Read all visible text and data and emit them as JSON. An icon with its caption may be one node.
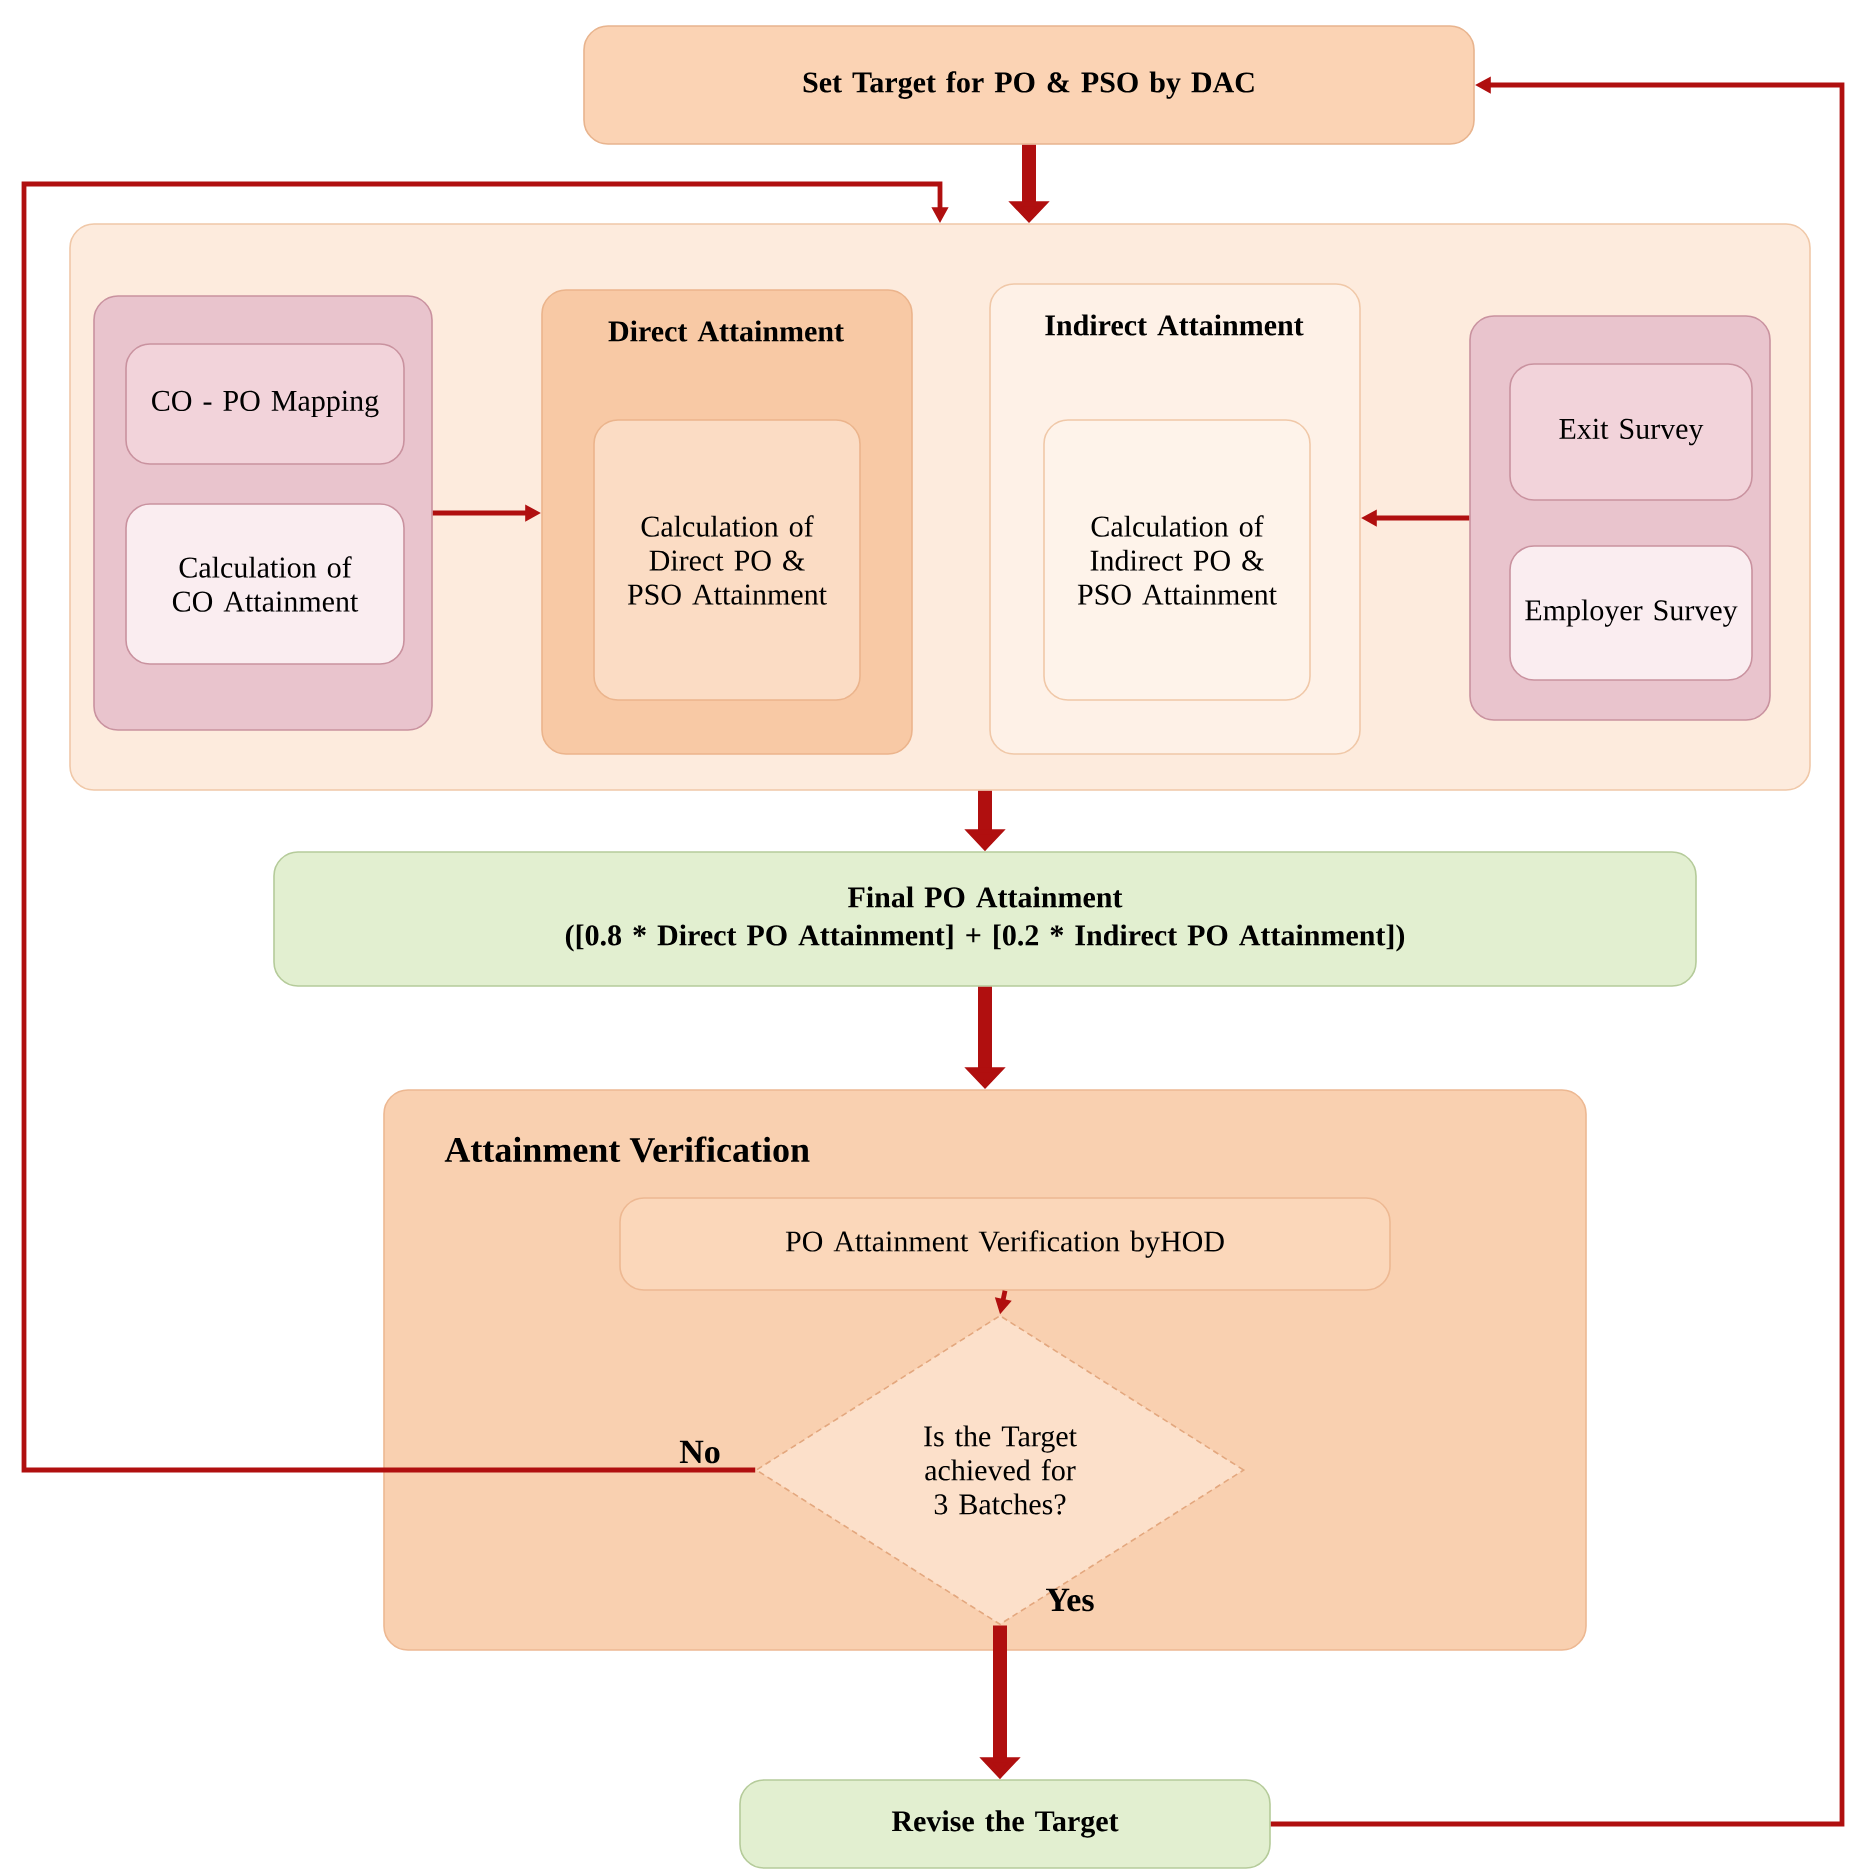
{
  "diagram": {
    "nodes": [
      {
        "text": [
          "Set Target for PO & PSO by DAC"
        ]
      },
      {
        "text": [],
        "shape": "box"
      },
      {
        "text": [],
        "shape": "box",
        "in": 1
      },
      {
        "text": [
          "CO - PO Mapping"
        ],
        "in": 2
      },
      {
        "text": [
          "Calculation of CO Attainment"
        ],
        "in": 2
      },
      {
        "text": [
          "Direct Attainment"
        ],
        "in": 1
      },
      {
        "text": [
          "Calculation of Direct PO & PSO Attainment"
        ],
        "in": 5
      },
      {
        "text": [
          "Indirect Attainment"
        ],
        "in": 1
      },
      {
        "text": [
          "Calculation of Indirect PO & PSO Attainment"
        ],
        "in": 7
      },
      {
        "text": [],
        "shape": "box",
        "in": 1
      },
      {
        "text": [
          "Exit Survey"
        ],
        "in": 9
      },
      {
        "text": [
          "Employer Survey"
        ],
        "in": 9
      },
      {
        "text": [
          "Final PO Attainment",
          "([0.8 * Direct PO Attainment] + [0.2 * Indirect PO Attainment])"
        ]
      },
      {
        "text": [
          "Attainment Verification"
        ]
      },
      {
        "text": [
          "PO Attainment Verification byHOD"
        ],
        "in": 13
      },
      {
        "text": [
          "Is the Target achieved for 3 Batches?"
        ],
        "in": 13
      },
      {
        "text": [
          "Revise the Target"
        ]
      }
    ],
    "edges": [
      {
        "from": 0,
        "to": 1,
        "arrow": "to",
        "style": "thick"
      },
      {
        "from": 2,
        "to": 5,
        "arrow": "to"
      },
      {
        "from": 9,
        "to": 7,
        "arrow": "to"
      },
      {
        "from": 1,
        "to": 12,
        "arrow": "to",
        "style": "thick"
      },
      {
        "from": 12,
        "to": 13,
        "arrow": "to",
        "style": "thick"
      },
      {
        "from": 14,
        "to": 15,
        "arrow": "to"
      },
      {
        "from": 15,
        "to": 1,
        "arrow": "to",
        "label": "No"
      },
      {
        "from": 15,
        "to": 16,
        "arrow": "to",
        "label": "Yes",
        "style": "thick"
      },
      {
        "from": 16,
        "to": 0,
        "arrow": "to"
      }
    ]
  }
}
